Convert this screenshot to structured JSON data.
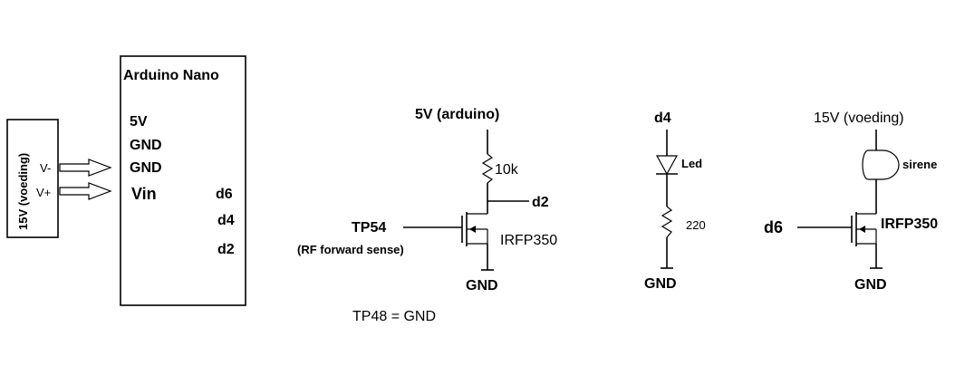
{
  "power_supply": {
    "label": "15V (voeding)",
    "minus_label": "V-",
    "plus_label": "V+"
  },
  "arduino": {
    "title": "Arduino Nano",
    "pin_5v": "5V",
    "pin_gnd_1": "GND",
    "pin_gnd_2": "GND",
    "pin_vin": "Vin",
    "pin_d6": "d6",
    "pin_d4": "d4",
    "pin_d2": "d2"
  },
  "sense_circuit": {
    "supply": "5V (arduino)",
    "resistor": "10k",
    "output": "d2",
    "input": "TP54",
    "input_note": "(RF forward sense)",
    "transistor": "IRFP350",
    "ground": "GND",
    "footnote": "TP48 = GND"
  },
  "led_circuit": {
    "input": "d4",
    "led": "Led",
    "resistor": "220",
    "ground": "GND"
  },
  "siren_circuit": {
    "supply": "15V (voeding)",
    "load": "sirene",
    "input": "d6",
    "transistor": "IRFP350",
    "ground": "GND"
  }
}
